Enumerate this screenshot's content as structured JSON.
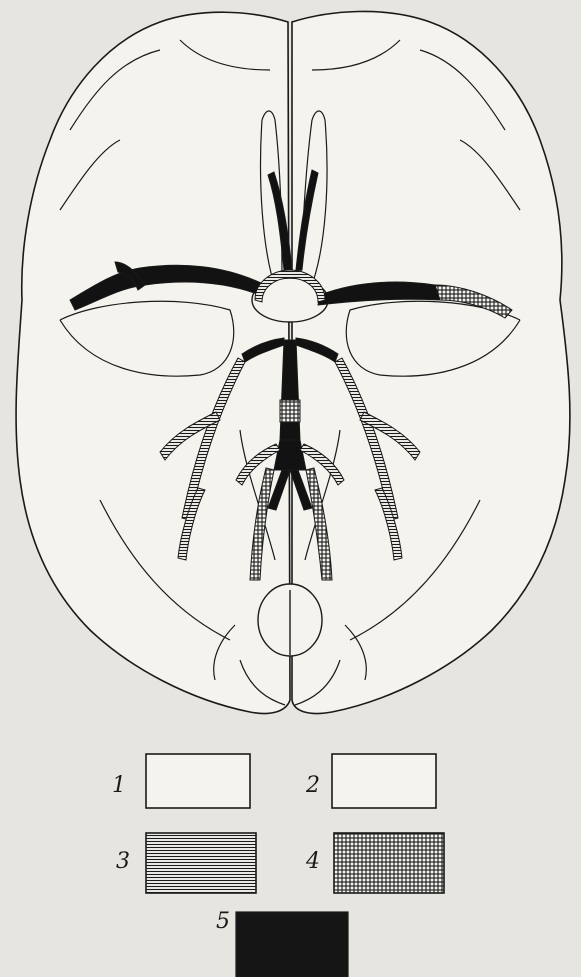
{
  "figure": {
    "background": "#e6e5df",
    "ink": "#1a1a1a",
    "subject": "brain-base-arterial-diagram"
  },
  "legend": {
    "items": [
      {
        "label": "1",
        "fill": "blank"
      },
      {
        "label": "2",
        "fill": "blank"
      },
      {
        "label": "3",
        "fill": "horizontal-hatch"
      },
      {
        "label": "4",
        "fill": "cross-hatch"
      },
      {
        "label": "5",
        "fill": "solid-black"
      }
    ]
  }
}
